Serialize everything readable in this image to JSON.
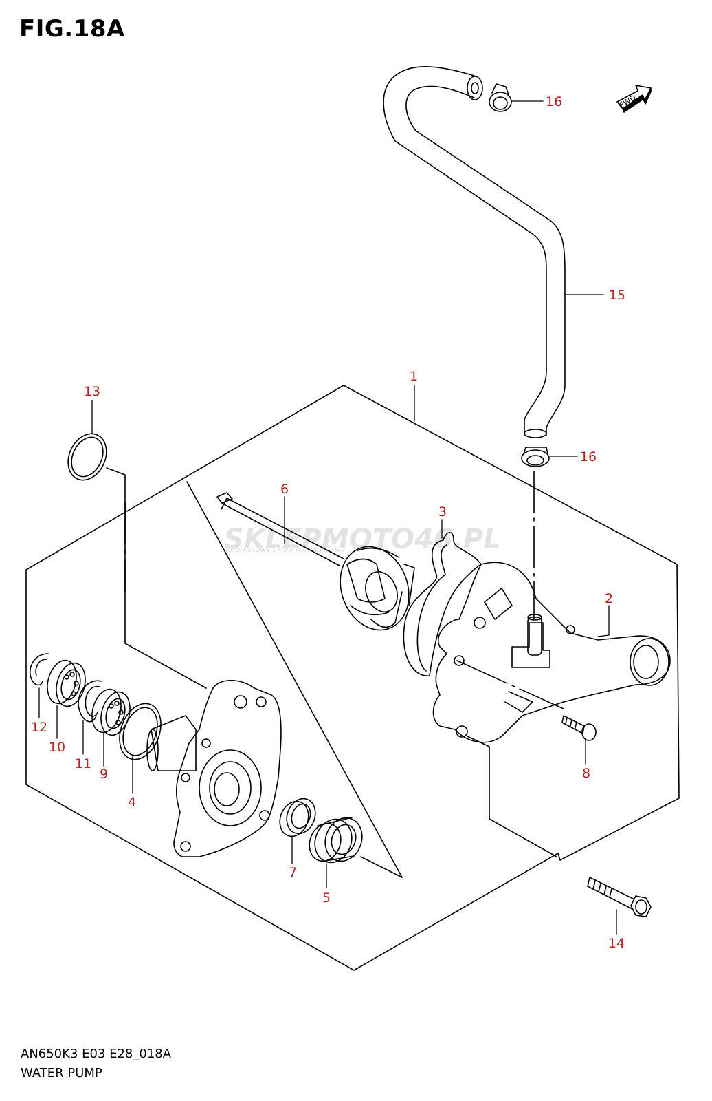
{
  "figure": {
    "title": "FIG.18A",
    "code": "AN650K3 E03 E28_018A",
    "name": "WATER PUMP"
  },
  "fwd_label": "FWD",
  "watermark": {
    "brand": "SKLEPMOTO46.PL",
    "tagline": "internetowy sklep motocyklowy"
  },
  "callout_color": "#b22222",
  "callouts": [
    {
      "id": "c16a",
      "label": "16"
    },
    {
      "id": "c15",
      "label": "15"
    },
    {
      "id": "c1",
      "label": "1"
    },
    {
      "id": "c16b",
      "label": "16"
    },
    {
      "id": "c13",
      "label": "13"
    },
    {
      "id": "c6",
      "label": "6"
    },
    {
      "id": "c3",
      "label": "3"
    },
    {
      "id": "c2",
      "label": "2"
    },
    {
      "id": "c8",
      "label": "8"
    },
    {
      "id": "c12",
      "label": "12"
    },
    {
      "id": "c10",
      "label": "10"
    },
    {
      "id": "c11",
      "label": "11"
    },
    {
      "id": "c9",
      "label": "9"
    },
    {
      "id": "c4",
      "label": "4"
    },
    {
      "id": "c7",
      "label": "7"
    },
    {
      "id": "c5",
      "label": "5"
    },
    {
      "id": "c14",
      "label": "14"
    }
  ]
}
